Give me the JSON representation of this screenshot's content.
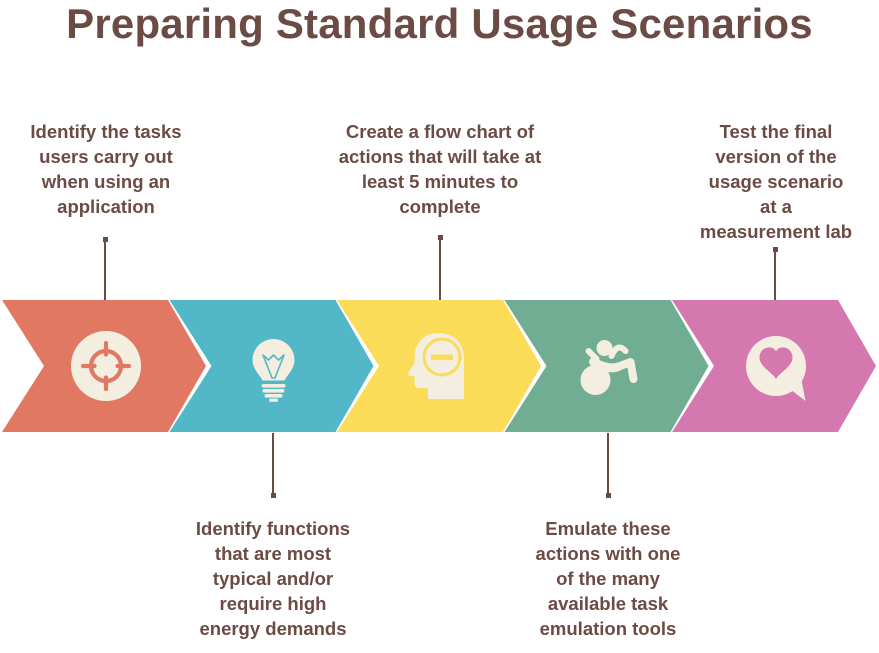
{
  "title": "Preparing Standard Usage Scenarios",
  "colors": {
    "background": "#ffffff",
    "text": "#6C4B44",
    "connector": "#6C4B44",
    "cream": "#F3EEE0"
  },
  "steps": [
    {
      "label": "Identify the tasks\nusers carry out\nwhen using an\napplication",
      "icon": "target-icon",
      "color": "#E07862",
      "label_position": "top"
    },
    {
      "label": "Identify functions\nthat are most\ntypical and/or\nrequire high\nenergy demands",
      "icon": "lightbulb-icon",
      "color": "#52B7C6",
      "label_position": "bottom"
    },
    {
      "label": "Create a flow chart of\nactions that will take at\nleast 5 minutes to\ncomplete",
      "icon": "head-minus-icon",
      "color": "#FBDC59",
      "label_position": "top"
    },
    {
      "label": "Emulate these\nactions with one\nof the many\navailable task\nemulation tools",
      "icon": "person-exercise-ball-icon",
      "color": "#70AD92",
      "label_position": "bottom"
    },
    {
      "label": "Test the final\nversion of the\nusage scenario\nat a\nmeasurement lab",
      "icon": "heart-speech-bubble-icon",
      "color": "#D478AF",
      "label_position": "top"
    }
  ]
}
